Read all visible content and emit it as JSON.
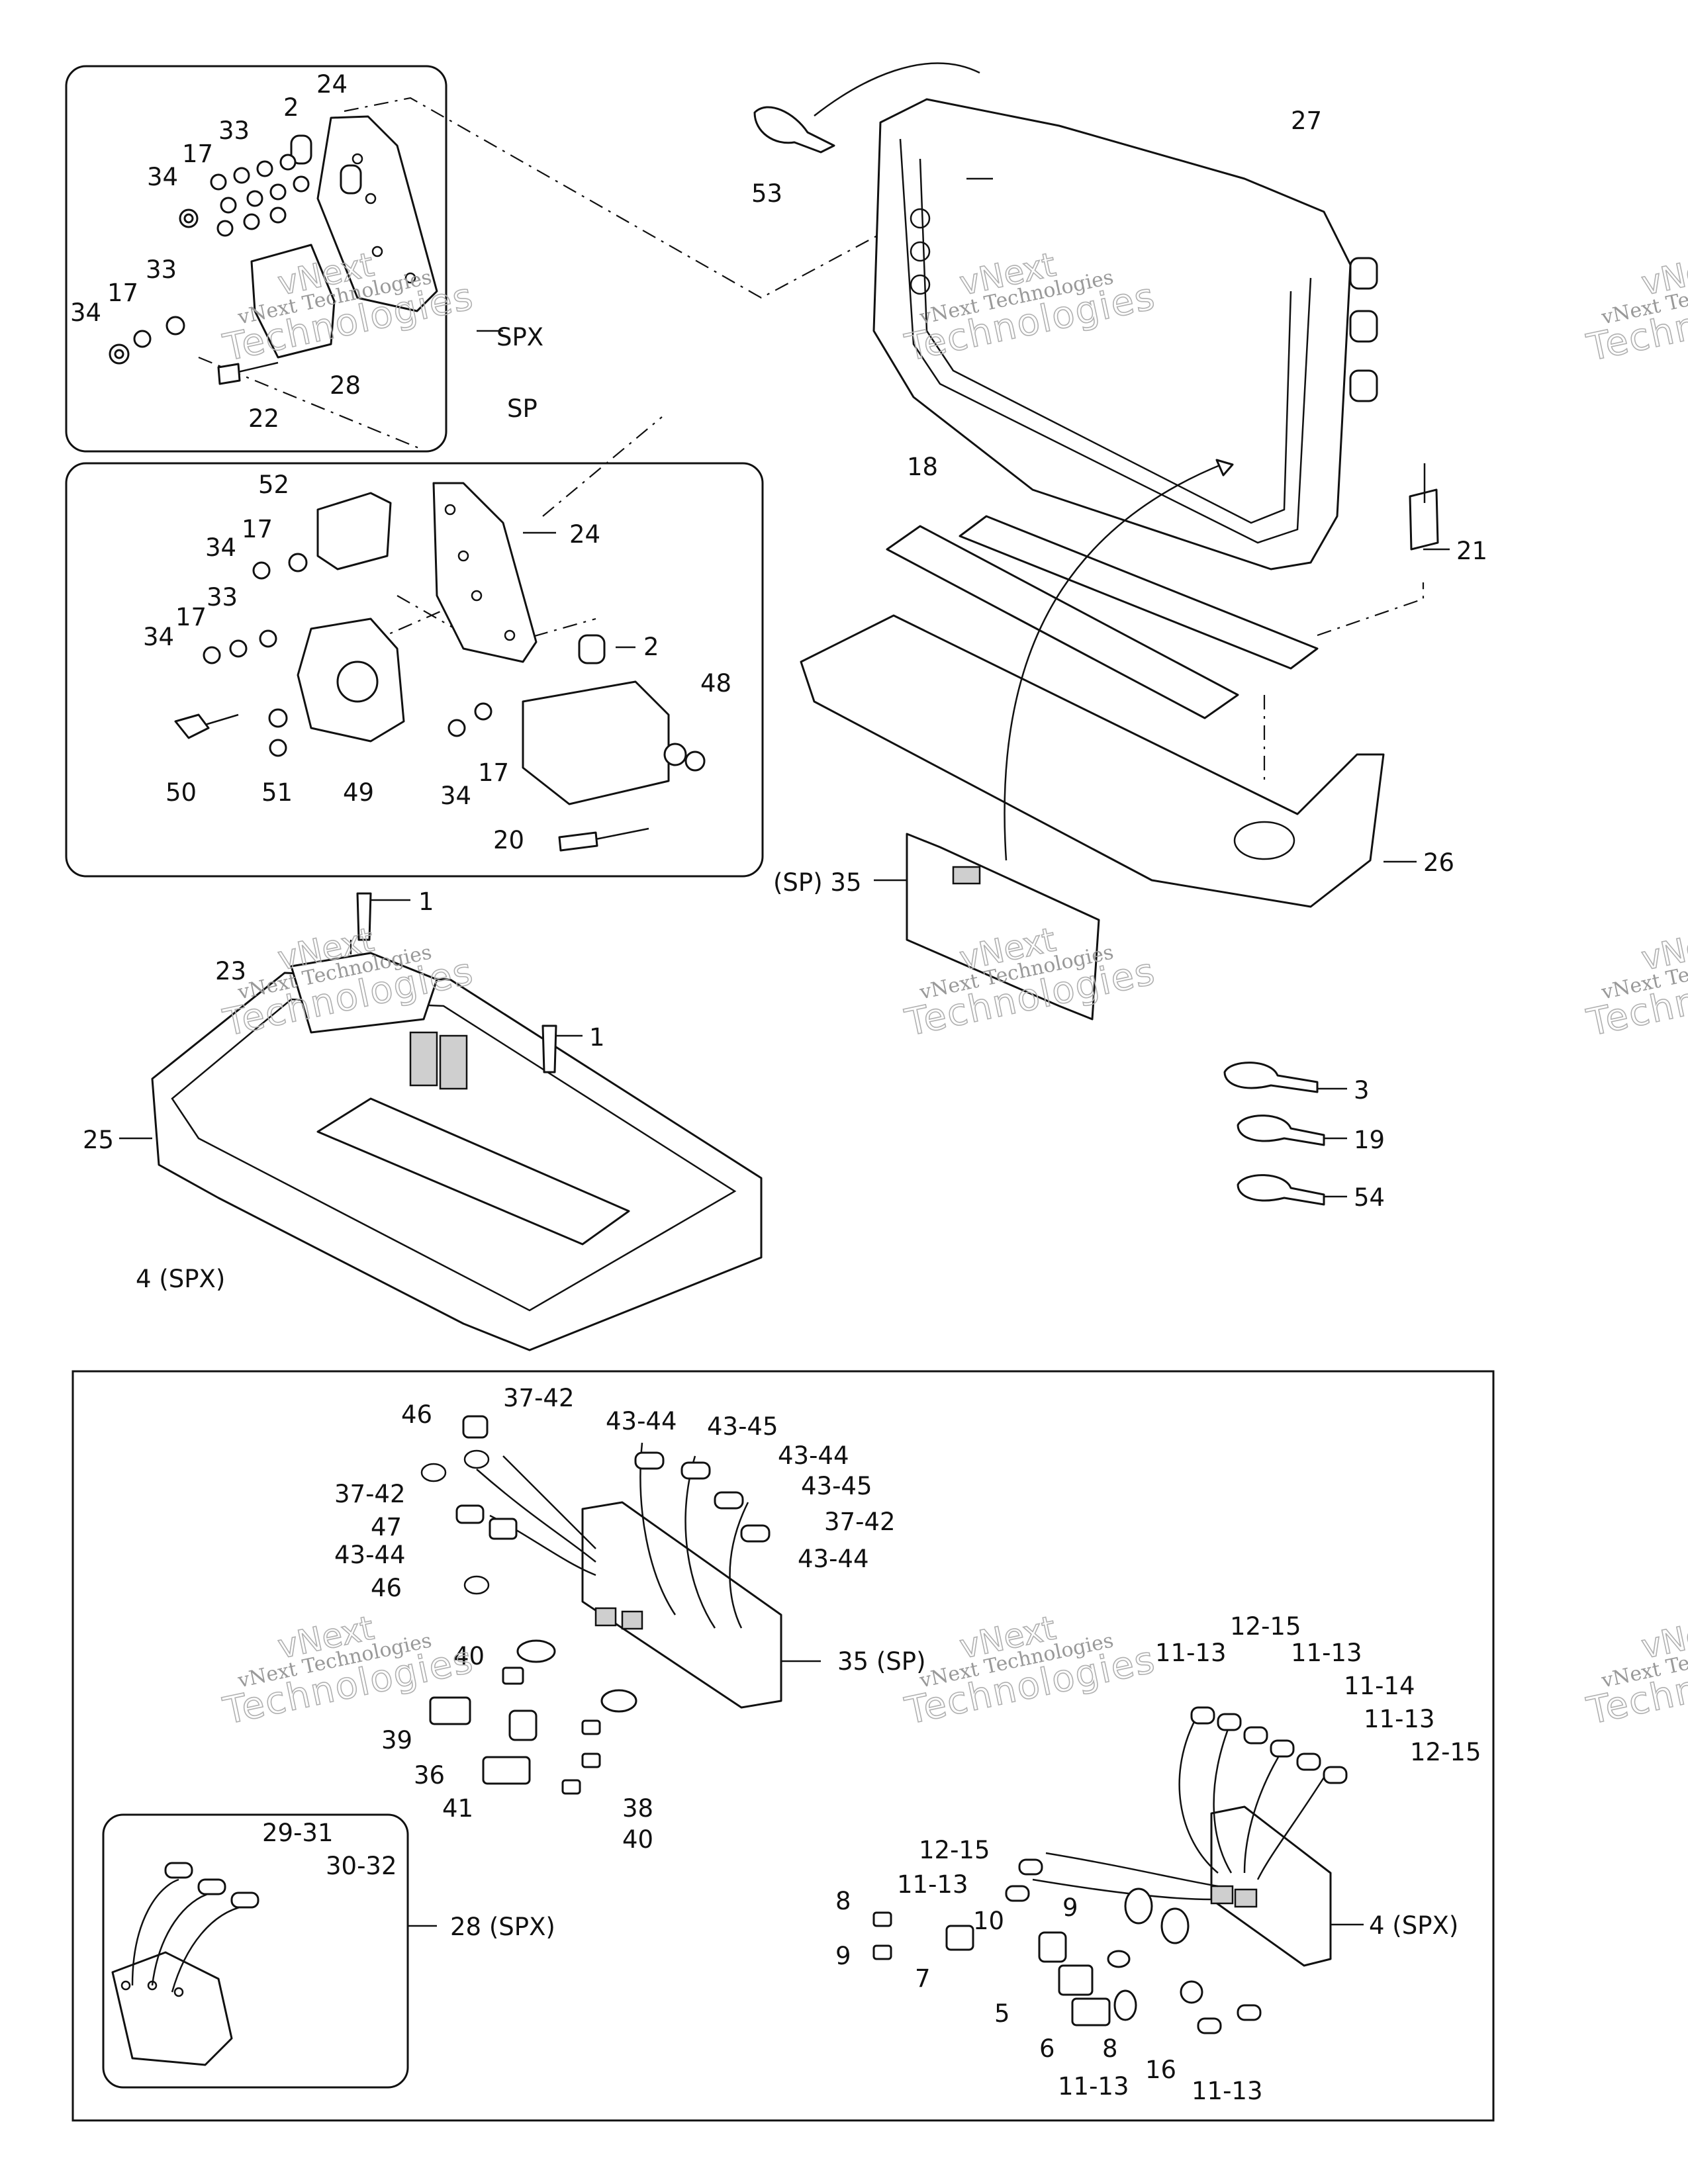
{
  "callouts": {
    "c24a": "24",
    "c2a": "2",
    "c33a": "33",
    "c17a": "17",
    "c34a": "34",
    "c33b": "33",
    "c17b": "17",
    "c34b": "34",
    "cSPX": "SPX",
    "c28": "28",
    "c22": "22",
    "cSP": "SP",
    "c52": "52",
    "c17c": "17",
    "c34c": "34",
    "c24b": "24",
    "c33c": "33",
    "c17d": "17",
    "c34d": "34",
    "c2b": "2",
    "c48": "48",
    "c50": "50",
    "c51": "51",
    "c49": "49",
    "c34e": "34",
    "c17e": "17",
    "c20": "20",
    "c53": "53",
    "c27": "27",
    "c18": "18",
    "c21": "21",
    "c26": "26",
    "c35sp": "(SP) 35",
    "c1a": "1",
    "c23": "23",
    "c1b": "1",
    "c25": "25",
    "c4spx": "4 (SPX)",
    "c3": "3",
    "c19": "19",
    "c54": "54",
    "c46a": "46",
    "c3742a": "37-42",
    "c4344a": "43-44",
    "c4345a": "43-45",
    "c4344b": "43-44",
    "c4345b": "43-45",
    "c3742b": "37-42",
    "c3742c": "37-42",
    "c47": "47",
    "c4344c": "43-44",
    "c4344d": "43-44",
    "c46b": "46",
    "c35sp2": "35 (SP)",
    "c40a": "40",
    "c39": "39",
    "c36": "36",
    "c41": "41",
    "c38": "38",
    "c40b": "40",
    "c1215a": "12-15",
    "c1113a": "11-13",
    "c1113b": "11-13",
    "c1114": "11-14",
    "c1113c": "11-13",
    "c1215b": "12-15",
    "c1215c": "12-15",
    "c1113d": "11-13",
    "c8a": "8",
    "c10": "10",
    "c9a": "9",
    "c9b": "9",
    "c7": "7",
    "c5": "5",
    "c6": "6",
    "c8b": "8",
    "c1113e": "11-13",
    "c16": "16",
    "c1113f": "11-13",
    "c4spx2": "4 (SPX)",
    "c2931": "29-31",
    "c3032": "30-32",
    "c28spx": "28 (SPX)"
  },
  "watermark": {
    "brand": "vNext",
    "company": "vNext Technologies",
    "word": "Technologies"
  }
}
